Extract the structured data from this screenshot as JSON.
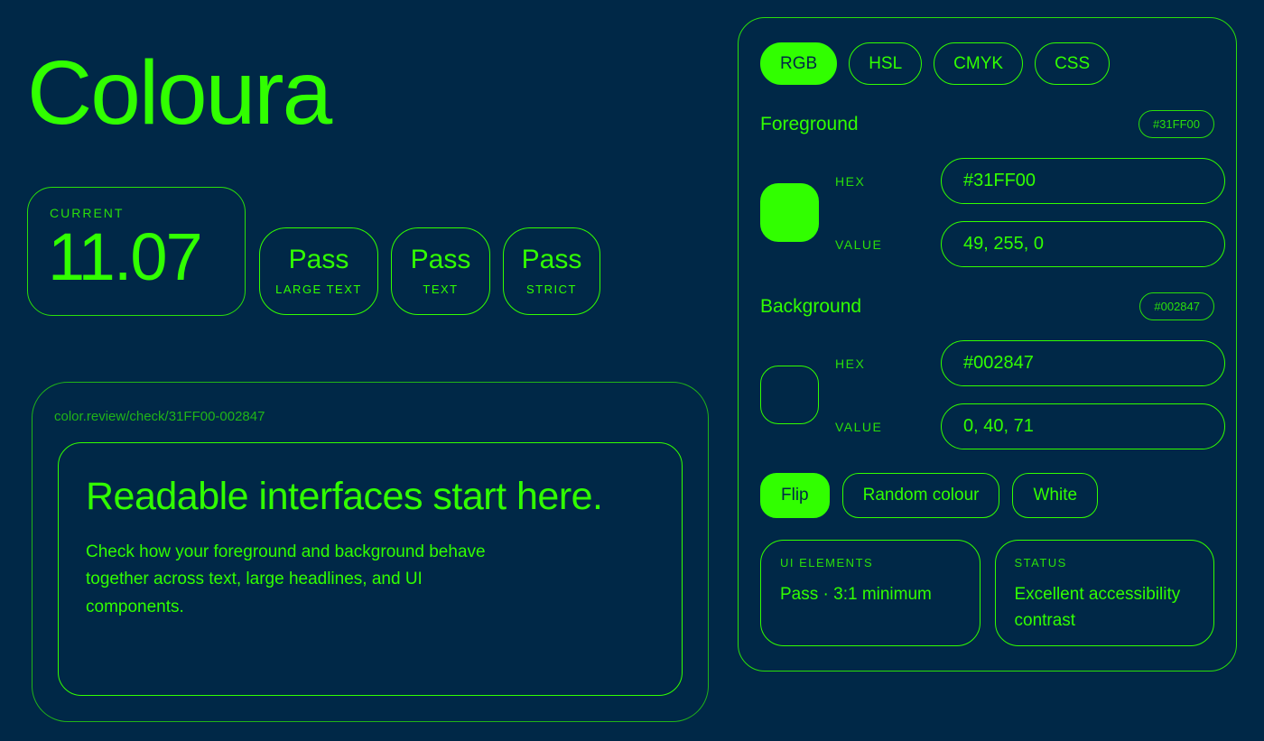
{
  "page": {
    "colors": {
      "bg": "#002847",
      "accent": "#31FF00",
      "accent_dim": "rgba(49,255,0,0.65)",
      "accent_soft": "rgba(49,255,0,0.85)"
    }
  },
  "brand": {
    "title": "Coloura"
  },
  "score": {
    "label": "CURRENT",
    "value": "11.07"
  },
  "badges": [
    {
      "result": "Pass",
      "category": "LARGE TEXT"
    },
    {
      "result": "Pass",
      "category": "TEXT"
    },
    {
      "result": "Pass",
      "category": "STRICT"
    }
  ],
  "preview": {
    "url": "color.review/check/31FF00-002847",
    "headline": "Readable interfaces start here.",
    "body": "Check how your foreground and background behave together across text, large headlines, and UI components."
  },
  "panel": {
    "tabs": [
      {
        "label": "RGB",
        "active": true
      },
      {
        "label": "HSL",
        "active": false
      },
      {
        "label": "CMYK",
        "active": false
      },
      {
        "label": "CSS",
        "active": false
      }
    ],
    "foreground": {
      "title": "Foreground",
      "chip": "#31FF00",
      "swatch_color": "#31FF00",
      "fields": [
        {
          "label": "HEX",
          "value": "#31FF00"
        },
        {
          "label": "VALUE",
          "value": "49, 255, 0"
        }
      ]
    },
    "background": {
      "title": "Background",
      "chip": "#002847",
      "swatch_color": "#002847",
      "fields": [
        {
          "label": "HEX",
          "value": "#002847"
        },
        {
          "label": "VALUE",
          "value": "0, 40, 71"
        }
      ]
    },
    "actions": [
      {
        "label": "Flip",
        "primary": true
      },
      {
        "label": "Random colour",
        "primary": false
      },
      {
        "label": "White",
        "primary": false
      }
    ],
    "cards": [
      {
        "label": "UI ELEMENTS",
        "text": "Pass · 3:1 minimum"
      },
      {
        "label": "STATUS",
        "text": "Excellent accessibility contrast"
      }
    ]
  }
}
